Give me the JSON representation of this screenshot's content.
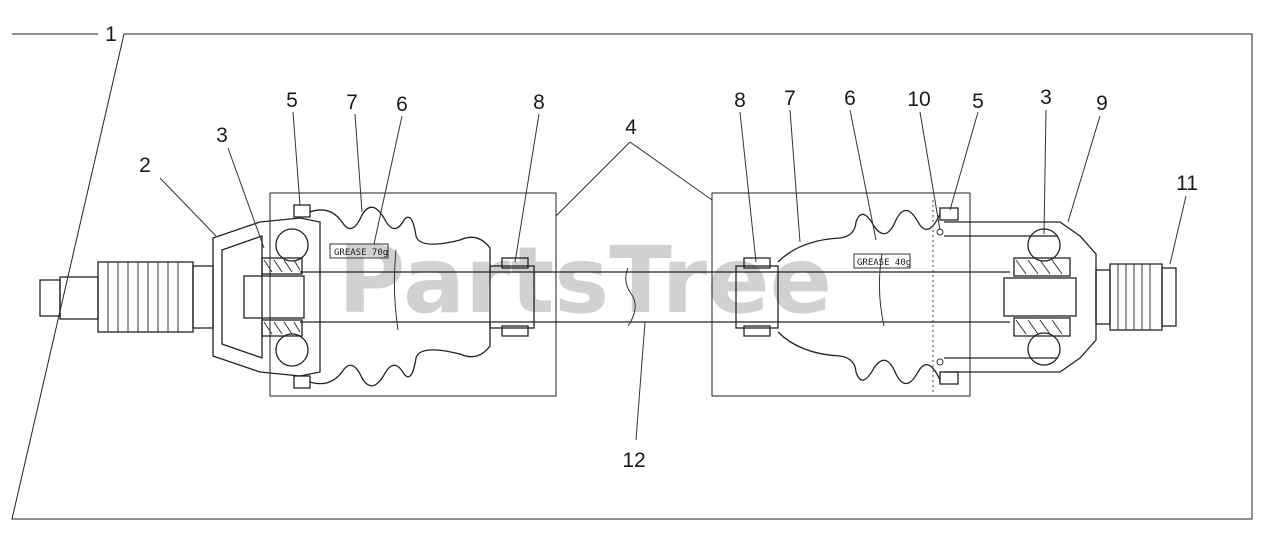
{
  "diagram": {
    "assembly_number": "1",
    "callouts": {
      "c2": "2",
      "c3_left": "3",
      "c5_left": "5",
      "c7_left": "7",
      "c6_left": "6",
      "c8_left": "8",
      "c4": "4",
      "c8_right": "8",
      "c7_right": "7",
      "c6_right": "6",
      "c10": "10",
      "c5_right": "5",
      "c3_right": "3",
      "c9": "9",
      "c11": "11",
      "c12": "12"
    },
    "grease_labels": {
      "left": "GREASE 70g",
      "right": "GREASE 40g"
    },
    "watermark": "PartsTree"
  }
}
